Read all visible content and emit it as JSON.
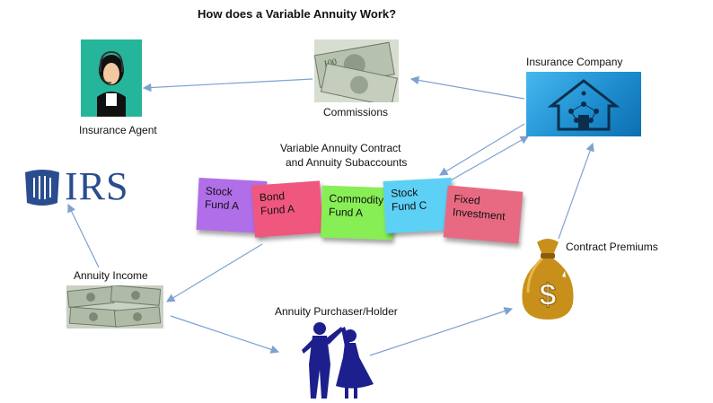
{
  "title": "How does a Variable Annuity Work?",
  "labels": {
    "insurance_agent": "Insurance Agent",
    "commissions": "Commissions",
    "insurance_company": "Insurance Company",
    "contract_title_line1": "Variable Annuity Contract",
    "contract_title_line2": "and Annuity Subaccounts",
    "annuity_income": "Annuity Income",
    "contract_premiums": "Contract Premiums",
    "purchaser": "Annuity Purchaser/Holder",
    "irs_logo_text": "IRS"
  },
  "subaccounts": [
    {
      "line1": "Stock",
      "line2": "Fund A",
      "color": "#b06ee8"
    },
    {
      "line1": "Bond",
      "line2": "Fund A",
      "color": "#f0577f"
    },
    {
      "line1": "Commodity",
      "line2": "Fund A",
      "color": "#88ee55"
    },
    {
      "line1": "Stock",
      "line2": "Fund C",
      "color": "#5dd0f5"
    },
    {
      "line1": "Fixed",
      "line2": "Investment",
      "color": "#e86a82"
    }
  ],
  "colors": {
    "arrow": "#7ea2d0",
    "irs_blue": "#2a4d8f",
    "company_blue": "#1e8ed0",
    "bag_gold": "#c8901a",
    "silhouette": "#1c1f8c"
  },
  "icons": [
    "headset-agent-icon",
    "dollar-bills-icon",
    "house-network-icon",
    "irs-eagle-icon",
    "money-bag-icon",
    "dancing-couple-icon"
  ]
}
